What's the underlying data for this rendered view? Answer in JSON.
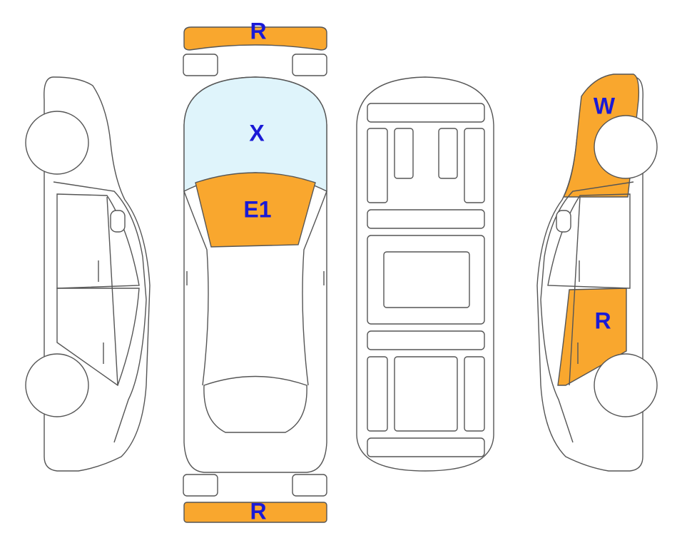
{
  "colors": {
    "damage": "#f9a72e",
    "glass": "#dff4fb",
    "outline": "#555555",
    "label": "#1a1ad6",
    "background": "#ffffff"
  },
  "marks": {
    "front_bumper": "R",
    "windshield": "X",
    "hood": "E1",
    "rear_bumper": "R",
    "right_front_fender": "W",
    "right_rear_door": "R"
  }
}
